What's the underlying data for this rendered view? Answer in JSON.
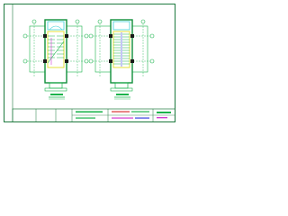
{
  "drawing": {
    "colors": {
      "background": "#ffffff",
      "frame": "#1f7a3f",
      "line": "#19b34b",
      "wall": "#0f8f3a",
      "yellow": "#e4e03a",
      "cyan": "#3fd2d8",
      "magenta": "#d23bd2",
      "blue": "#3a3fe0",
      "red": "#d93030",
      "dark": "#1a1a1a"
    },
    "plans": [
      {
        "id": "left-plan",
        "kind": "stair-plan",
        "grid_axes": 4
      },
      {
        "id": "right-plan",
        "kind": "stair-plan",
        "grid_axes": 4
      }
    ],
    "title_block": {
      "label_lines": 4
    }
  }
}
